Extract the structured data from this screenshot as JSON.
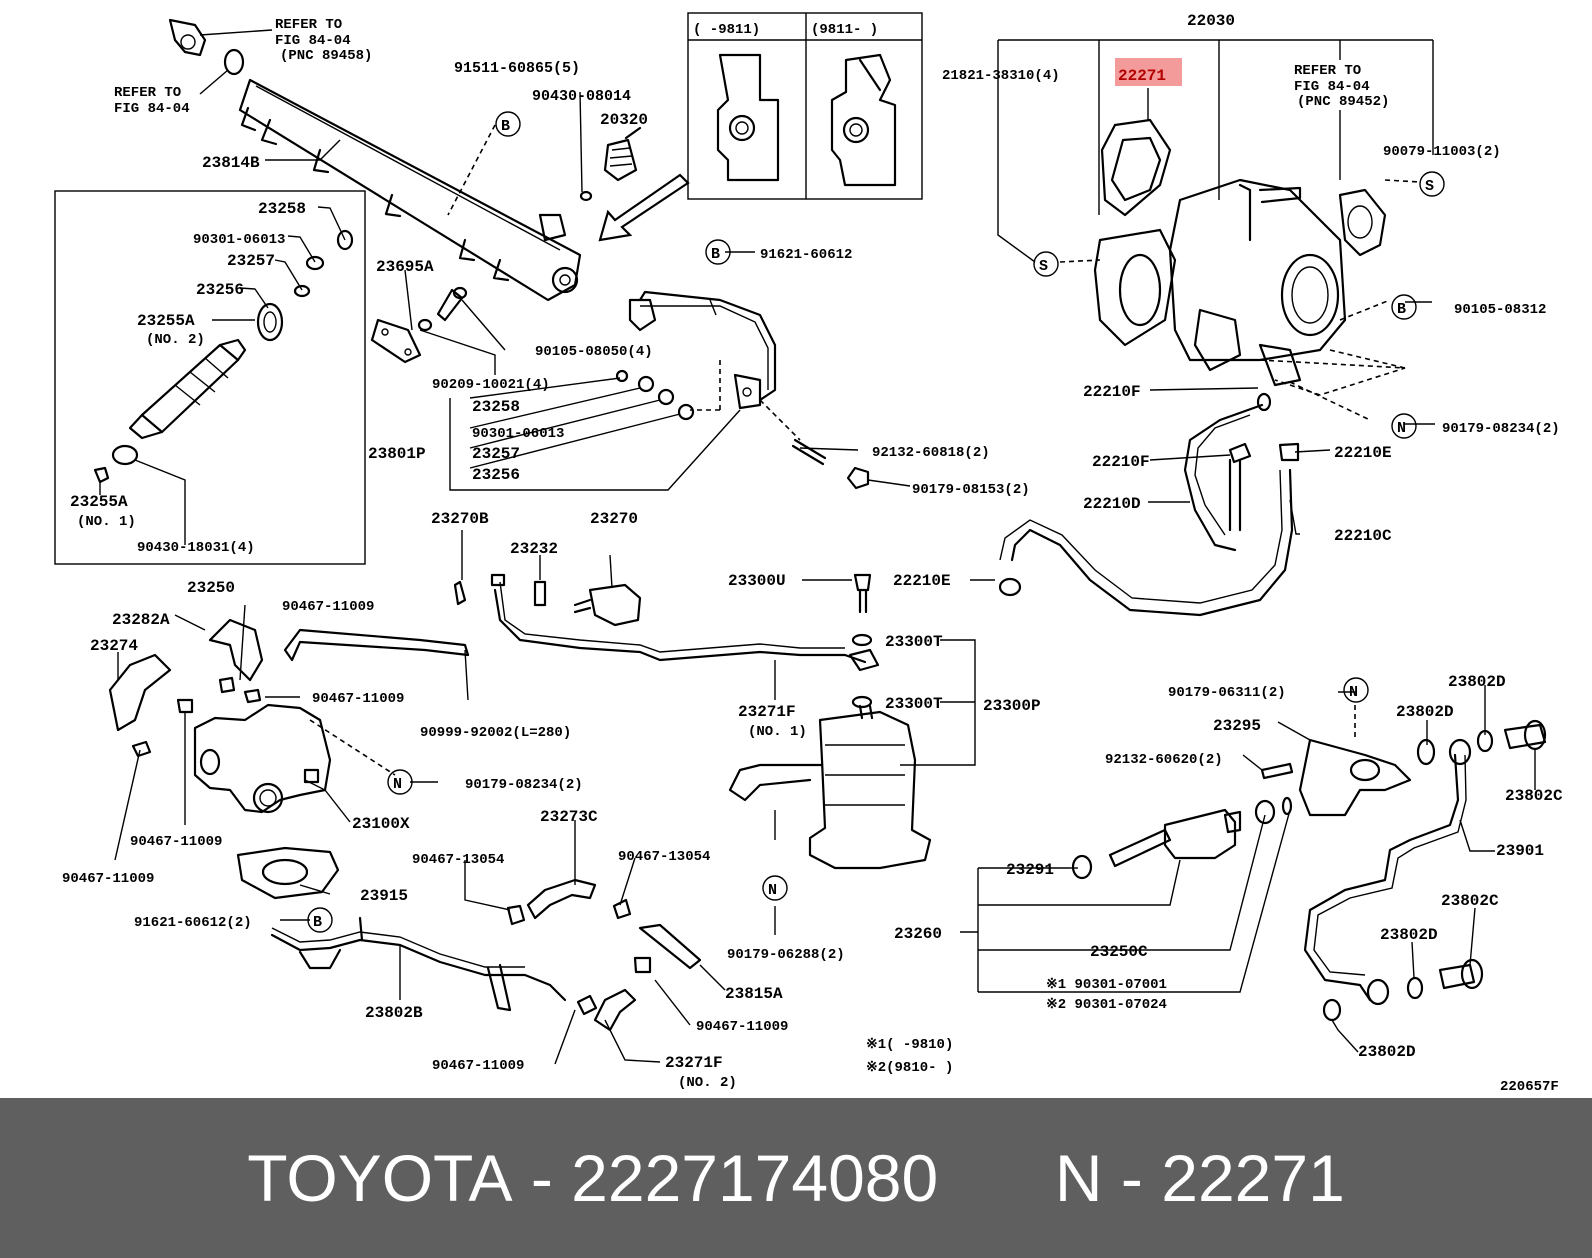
{
  "labels": {
    "refer1": [
      "REFER TO",
      "FIG 84-04",
      "(PNC 89458)"
    ],
    "refer2": [
      "REFER TO",
      "FIG 84-04"
    ],
    "refer3": [
      "REFER TO",
      "FIG 84-04",
      "(PNC 89452)"
    ],
    "inset_head_left": "(    -9811)",
    "inset_head_right": "(9811-    )",
    "top_group": "22030",
    "highlight": "22271",
    "p_91511": "91511-60865(5)",
    "p_90430_08014": "90430-08014",
    "p_20320": "20320",
    "p_23814B": "23814B",
    "p_23258a": "23258",
    "p_90301a": "90301-06013",
    "p_23257a": "23257",
    "p_23256a": "23256",
    "p_23255A": "23255A",
    "p_no2": "(NO. 2)",
    "p_23255A1": "23255A",
    "p_no1": "(NO. 1)",
    "p_90430_18031": "90430-18031(4)",
    "p_23250": "23250",
    "p_23695A": "23695A",
    "p_90105_08050": "90105-08050(4)",
    "p_90209": "90209-10021(4)",
    "p_91621_top": "91621-60612",
    "p_23258b": "23258",
    "p_90301b": "90301-06013",
    "p_23801P": "23801P",
    "p_23257b": "23257",
    "p_23256b": "23256",
    "p_92132_60818": "92132-60818(2)",
    "p_90179_08153": "90179-08153(2)",
    "p_21821": "21821-38310(4)",
    "p_90079": "90079-11003(2)",
    "p_90105_08312": "90105-08312",
    "p_22210F_a": "22210F",
    "p_90179_08234_r": "90179-08234(2)",
    "p_22210F_b": "22210F",
    "p_22210E_a": "22210E",
    "p_22210D": "22210D",
    "p_22210C": "22210C",
    "p_22210E_b": "22210E",
    "p_23270B": "23270B",
    "p_23232": "23232",
    "p_23270": "23270",
    "p_23300U": "23300U",
    "p_23300T_a": "23300T",
    "p_23300T_b": "23300T",
    "p_23300P": "23300P",
    "p_23271F_1": "23271F",
    "p_no1b": "(NO. 1)",
    "p_90179_06288": "90179-06288(2)",
    "p_90467_a": "90467-11009",
    "p_23282A": "23282A",
    "p_23274": "23274",
    "p_90467_b": "90467-11009",
    "p_90999": "90999-92002(L=280)",
    "p_90179_08234_l": "90179-08234(2)",
    "p_23100X": "23100X",
    "p_90467_c": "90467-11009",
    "p_90467_d": "90467-11009",
    "p_23915": "23915",
    "p_91621_bot": "91621-60612(2)",
    "p_23802B": "23802B",
    "p_90467_13054_a": "90467-13054",
    "p_23273C": "23273C",
    "p_90467_13054_b": "90467-13054",
    "p_23815A": "23815A",
    "p_90467_e": "90467-11009",
    "p_90467_f": "90467-11009",
    "p_23271F_2": "23271F",
    "p_no2b": "(NO. 2)",
    "p_90179_06311": "90179-06311(2)",
    "p_23295": "23295",
    "p_92132_60620": "92132-60620(2)",
    "p_23291": "23291",
    "p_23260": "23260",
    "p_23250C": "23250C",
    "p_note1": "※1 90301-07001",
    "p_note2": "※2 90301-07024",
    "p_23802D_a": "23802D",
    "p_23802D_b": "23802D",
    "p_23802C_a": "23802C",
    "p_23901": "23901",
    "p_23802C_b": "23802C",
    "p_23802D_c": "23802D",
    "p_23802D_d": "23802D",
    "legend1": "※1(    -9810)",
    "legend2": "※2(9810-    )",
    "code": "220657F",
    "mark_B": "B",
    "mark_S": "S",
    "mark_N": "N"
  },
  "footer": {
    "brand": "TOYOTA",
    "sep1": "-",
    "part_number": "2227174080",
    "marker": "N",
    "sep2": "-",
    "pnc": "22271"
  },
  "colors": {
    "highlight_fill": "#f39a9a",
    "highlight_text": "#b30000",
    "footer_bg": "#5f5f5f",
    "footer_text": "#ffffff"
  }
}
